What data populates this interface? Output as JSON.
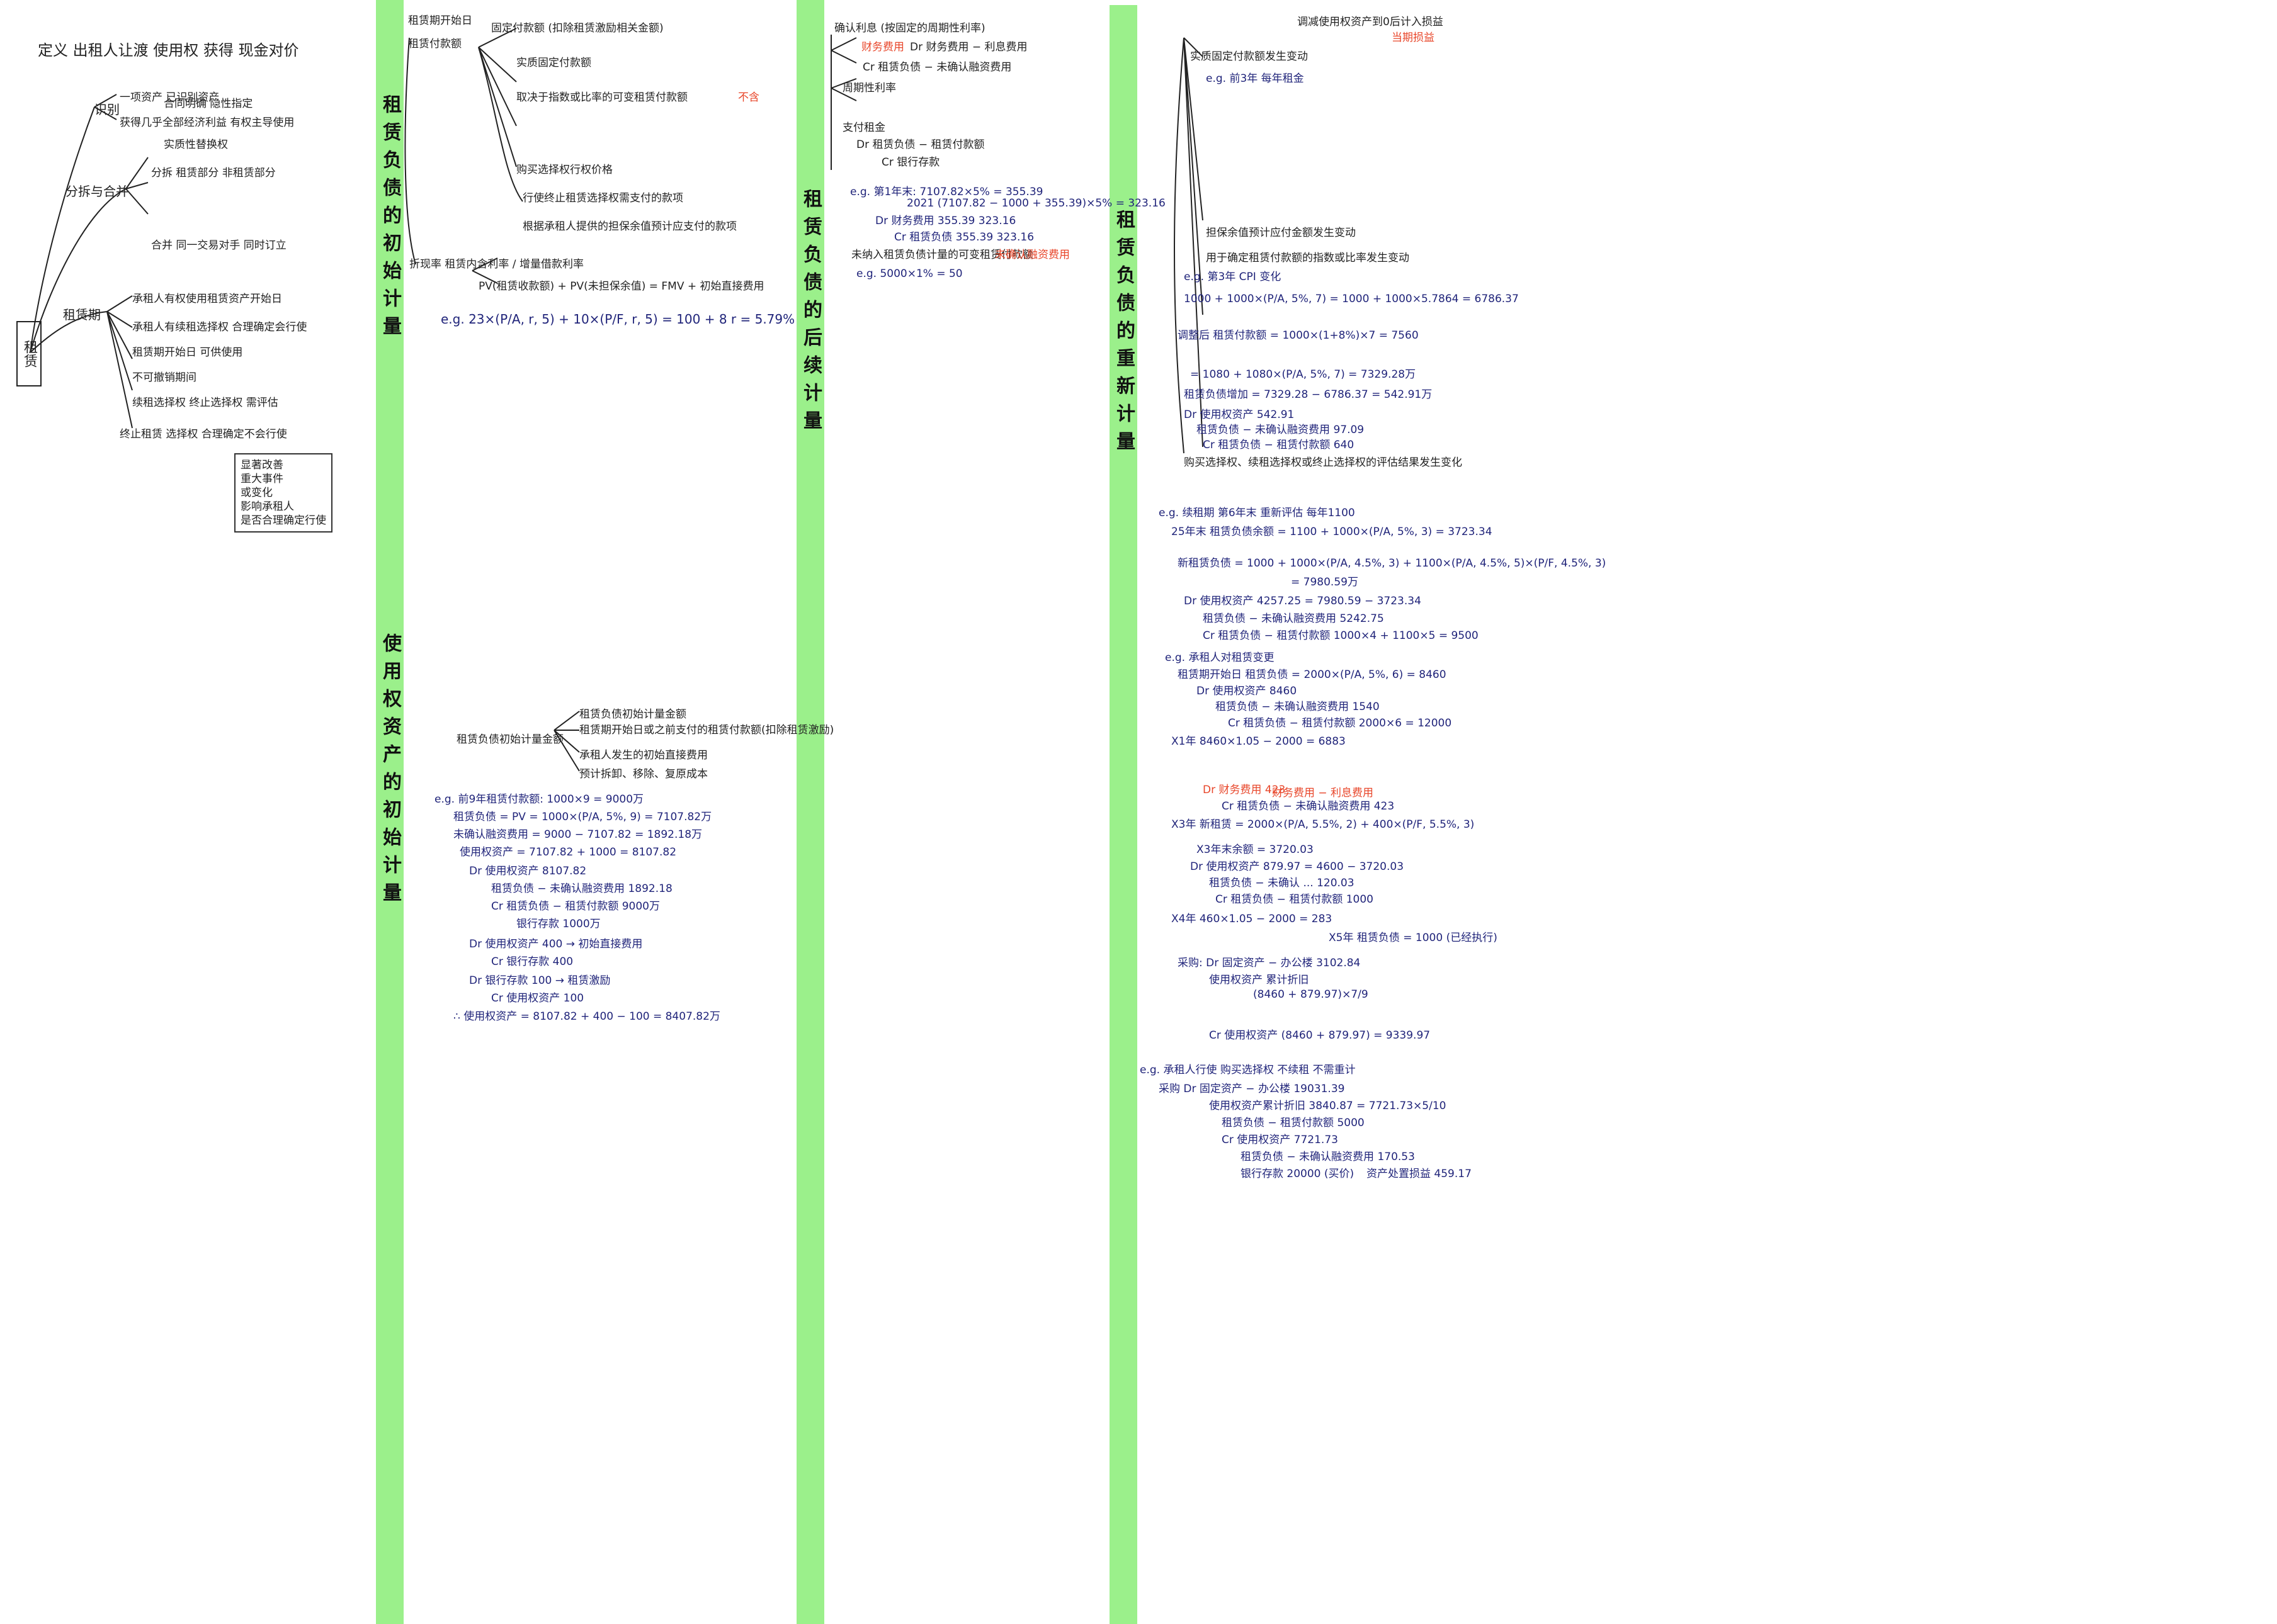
{
  "sections": {
    "lease_liability_initial": "租赁负债的初始计量",
    "rou_asset_initial": "使用权资产的初始计量",
    "lease_liability_subsequent": "租赁负债的后续计量",
    "lease_liability_remeasure": "租赁负债的重新计量"
  },
  "col1": {
    "title": "定义 出租人让渡 使用权 获得 现金对价",
    "root": "租赁",
    "branch_identify": "识别",
    "branch_split": "分拆与合并",
    "branch_term": "租赁期",
    "lines": [
      "一项资产 已识别资产",
      "获得几乎全部经济利益 有权主导使用",
      "合同明确 隐性指定",
      "实质性替换权",
      "分拆 租赁部分 非租赁部分",
      "合并 同一交易对手 同时订立",
      "承租人有权使用租赁资产开始日",
      "承租人有续租选择权 合理确定会行使",
      "租赁期开始日 可供使用",
      "不可撤销期间",
      "续租选择权 终止选择权 需评估",
      "终止租赁 选择权 合理确定不会行使"
    ],
    "box": [
      "显著改善",
      "重大事件",
      "或变化",
      "影响承租人",
      "是否合理确定行使"
    ]
  },
  "col2": {
    "header": "租赁期开始日",
    "top_lines": [
      "租赁付款额",
      "固定付款额 (扣除租赁激励相关金额)",
      "实质固定付款额",
      "取决于指数或比率的可变租赁付款额",
      "购买选择权行权价格",
      "行使终止租赁选择权需支付的款项",
      "根据承租人提供的担保余值预计应支付的款项"
    ],
    "discount": "折现率 租赁内含利率 / 增量借款利率",
    "red_note": "不含",
    "pv_line": "PV(租赁收款额) + PV(未担保余值) = FMV + 初始直接费用",
    "eg1": "e.g. 23×(P/A, r, 5) + 10×(P/F, r, 5) = 100 + 8  r = 5.79%",
    "rou_header": "租赁负债初始计量金额",
    "rou_items": [
      "租赁负债初始计量金额",
      "租赁期开始日或之前支付的租赁付款额(扣除租赁激励)",
      "承租人发生的初始直接费用",
      "预计拆卸、移除、复原成本"
    ],
    "eg2_lines": [
      "e.g. 前9年租赁付款额: 1000×9 = 9000万",
      "租赁负债 = PV = 1000×(P/A, 5%, 9) = 7107.82万",
      "未确认融资费用 = 9000 − 7107.82 = 1892.18万",
      "使用权资产 = 7107.82 + 1000 = 8107.82",
      "Dr 使用权资产 8107.82",
      "租赁负债 − 未确认融资费用 1892.18",
      "Cr 租赁负债 − 租赁付款额 9000万",
      "银行存款 1000万",
      "Dr 使用权资产 400  → 初始直接费用",
      "Cr 银行存款 400",
      "Dr 银行存款 100  → 租赁激励",
      "Cr 使用权资产 100",
      "∴ 使用权资产 = 8107.82 + 400 − 100 = 8407.82万"
    ]
  },
  "col3": {
    "lines": [
      "确认利息 (按固定的周期性利率)",
      "Dr 财务费用 − 利息费用",
      "Cr 租赁负债 − 未确认融资费用",
      "周期性利率",
      "支付租金",
      "Dr 租赁负债 − 租赁付款额",
      "Cr 银行存款",
      "e.g. 第1年末: 7107.82×5% = 355.39",
      "2021 (7107.82 − 1000 + 355.39)×5% = 323.16",
      "Dr 财务费用 355.39  323.16",
      "Cr 租赁负债 355.39  323.16",
      "未纳入租赁负债计量的可变租赁付款额",
      "e.g. 5000×1% = 50"
    ],
    "red_notes": [
      "财务费用",
      "未确认融资费用"
    ]
  },
  "col4": {
    "top": "调减使用权资产到0后计入损益",
    "lines": [
      "实质固定付款额发生变动",
      "e.g. 前3年 每年租金",
      "担保余值预计应付金额发生变动",
      "用于确定租赁付款额的指数或比率发生变动",
      "e.g. 第3年 CPI 变化",
      "1000 + 1000×(P/A, 5%, 7) = 1000 + 1000×5.7864 = 6786.37",
      "调整后 租赁付款额 = 1000×(1+8%)×7 = 7560",
      "= 1080 + 1080×(P/A, 5%, 7) = 7329.28万",
      "租赁负债增加 = 7329.28 − 6786.37 = 542.91万",
      "Dr 使用权资产 542.91",
      "租赁负债 − 未确认融资费用 97.09",
      "Cr 租赁负债 − 租赁付款额 640",
      "购买选择权、续租选择权或终止选择权的评估结果发生变化"
    ],
    "eg_renew": [
      "e.g. 续租期 第6年末 重新评估 每年1100",
      "25年末 租赁负债余额 = 1100 + 1000×(P/A, 5%, 3) = 3723.34",
      "新租赁负债 = 1000 + 1000×(P/A, 4.5%, 3) + 1100×(P/A, 4.5%, 5)×(P/F, 4.5%, 3)",
      "= 7980.59万",
      "Dr 使用权资产 4257.25 = 7980.59 − 3723.34",
      "租赁负债 − 未确认融资费用 5242.75",
      "Cr 租赁负债 − 租赁付款额 1000×4 + 1100×5 = 9500"
    ],
    "eg_change": [
      "e.g. 承租人对租赁变更",
      "租赁期开始日 租赁负债 = 2000×(P/A, 5%, 6) = 8460",
      "Dr 使用权资产 8460",
      "租赁负债 − 未确认融资费用 1540",
      "Cr 租赁负债 − 租赁付款额 2000×6 = 12000",
      "X1年 8460×1.05 − 2000 = 6883",
      "Dr 财务费用 423",
      "Cr 租赁负债 − 未确认融资费用 423",
      "X3年 新租赁 = 2000×(P/A, 5.5%, 2) + 400×(P/F, 5.5%, 3)",
      "X3年末余额 = 3720.03",
      "Dr 使用权资产 879.97 = 4600 − 3720.03",
      "租赁负债 − 未确认 ... 120.03",
      "Cr 租赁负债 − 租赁付款额 1000",
      "X4年 460×1.05 − 2000 = 283",
      "X5年 租赁负债 = 1000 (已经执行)",
      "采购: Dr 固定资产 − 办公楼 3102.84",
      "使用权资产 累计折旧",
      "(8460 + 879.97)×7/9",
      "Cr 使用权资产 (8460 + 879.97) = 9339.97"
    ],
    "eg_buy": [
      "e.g. 承租人行使 购买选择权  不续租 不需重计",
      "采购 Dr 固定资产 − 办公楼 19031.39",
      "使用权资产累计折旧 3840.87 = 7721.73×5/10",
      "租赁负债 − 租赁付款额 5000",
      "Cr 使用权资产 7721.73",
      "租赁负债 − 未确认融资费用 170.53",
      "银行存款 20000 (买价)",
      "资产处置损益 459.17"
    ],
    "red_notes": [
      "当期损益",
      "财务费用 − 利息费用"
    ]
  }
}
